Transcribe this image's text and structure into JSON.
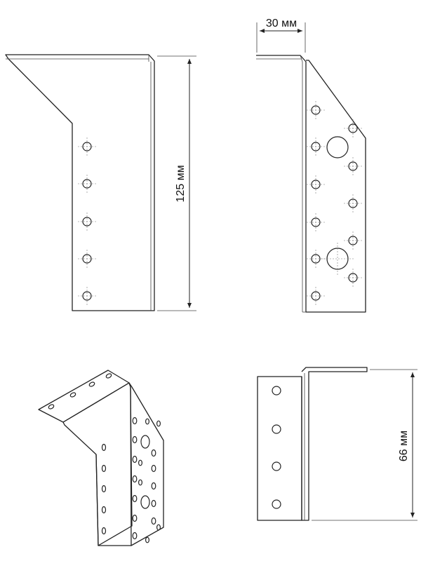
{
  "dimensions": {
    "width_label": "30 мм",
    "height_label": "125 мм",
    "depth_label": "66 мм"
  },
  "colors": {
    "line": "#222222",
    "background": "#ffffff"
  }
}
